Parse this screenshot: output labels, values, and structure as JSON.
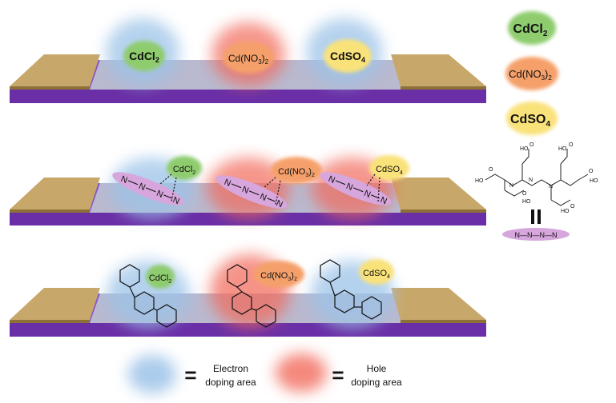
{
  "salts": {
    "cdcl2": {
      "base": "CdCl",
      "sub": "2"
    },
    "cdno3": {
      "base": "Cd(NO",
      "sub1": "3",
      "close": ")",
      "sub2": "2"
    },
    "cdso4": {
      "base": "CdSO",
      "sub": "4"
    }
  },
  "chain": {
    "atom": "N",
    "legend": "N—N—N—N"
  },
  "molecule": {
    "acid": "HO",
    "carbonyl": "O",
    "amine": "N"
  },
  "equals": "=",
  "legend": {
    "electron": {
      "line1": "Electron",
      "line2": "doping area"
    },
    "hole": {
      "line1": "Hole",
      "line2": "doping area"
    }
  },
  "colors": {
    "electron": "#9cc3e8",
    "hole": "#f26b5b",
    "cdcl2": "#8fcc6e",
    "cdno3": "#f5a06a",
    "cdso4": "#f9e27a",
    "chain_fill": "#d6a6dc",
    "electrode": "#c8a86a",
    "substrate": "#7a3fb0",
    "channel": "#b9b9cf"
  }
}
